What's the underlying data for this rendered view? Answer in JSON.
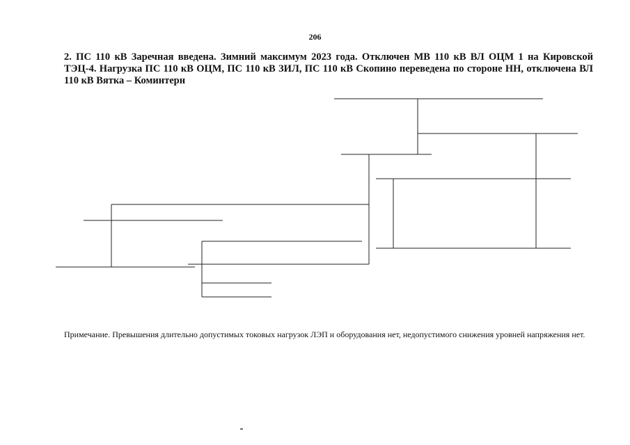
{
  "page": {
    "number": "206"
  },
  "heading": {
    "item_number": "2.",
    "text": "ПС 110 кВ Заречная введена. Зимний максимум 2023 года. Отключен МВ 110 кВ ВЛ ОЦМ 1 на Кировской ТЭЦ-4. Нагрузка ПС 110 кВ ОЦМ, ПС 110 кВ ЗИЛ, ПС 110 кВ Скопино переведена по стороне НН, отключена ВЛ 110 кВ Вятка – Коминтерн"
  },
  "note": {
    "text": "Примечание. Превышения длительно допустимых токовых нагрузок ЛЭП и оборудования нет, недопустимого снижения уровней напряжения нет."
  }
}
